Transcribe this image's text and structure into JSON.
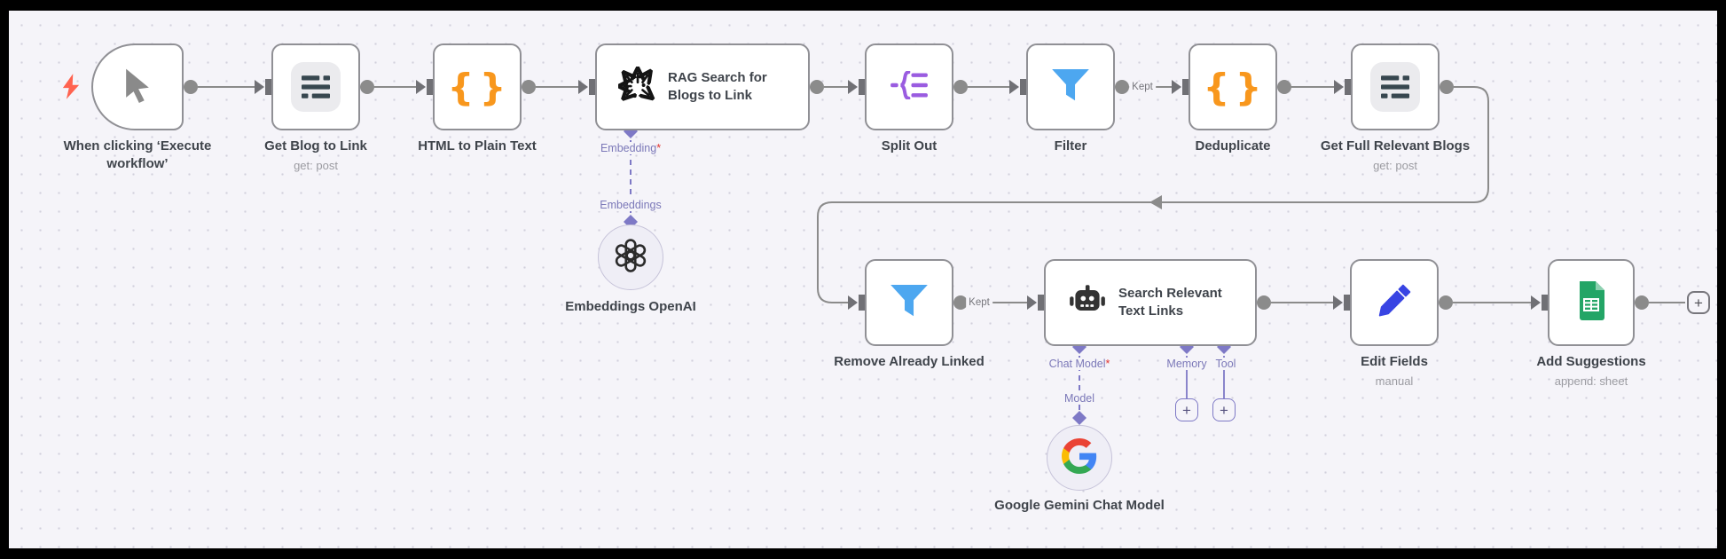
{
  "labels": {
    "kept": "Kept",
    "plus": "+"
  },
  "connectors": {
    "embedding": "Embedding",
    "required_marker": "*",
    "embeddings": "Embeddings",
    "chat_model": "Chat Model",
    "model": "Model",
    "memory": "Memory",
    "tool": "Tool"
  },
  "colors": {
    "canvas_bg": "#f5f4f9",
    "edge_gray": "#8b8b8b",
    "connector_purple": "#7e79c6",
    "brace_orange": "#f8971d",
    "funnel_blue": "#4da7f0",
    "split_purple": "#9a5ce0",
    "pencil_blue": "#3844e3",
    "sheets_green": "#23a566",
    "bolt_red": "#ff6350"
  },
  "nodes": [
    {
      "id": "trigger",
      "label": "When clicking ‘Execute workflow’"
    },
    {
      "id": "get-blog",
      "label": "Get Blog to Link",
      "sublabel": "get: post"
    },
    {
      "id": "html-to-text",
      "label": "HTML to Plain Text"
    },
    {
      "id": "rag-search",
      "label": "RAG Search for Blogs to Link"
    },
    {
      "id": "embeddings-openai",
      "label": "Embeddings OpenAI"
    },
    {
      "id": "split-out",
      "label": "Split Out"
    },
    {
      "id": "filter",
      "label": "Filter"
    },
    {
      "id": "deduplicate",
      "label": "Deduplicate"
    },
    {
      "id": "get-full-blogs",
      "label": "Get Full Relevant Blogs",
      "sublabel": "get: post"
    },
    {
      "id": "remove-linked",
      "label": "Remove Already Linked"
    },
    {
      "id": "search-links",
      "label": "Search Relevant Text Links"
    },
    {
      "id": "google-gemini",
      "label": "Google Gemini Chat Model"
    },
    {
      "id": "edit-fields",
      "label": "Edit Fields",
      "sublabel": "manual"
    },
    {
      "id": "add-suggestions",
      "label": "Add Suggestions",
      "sublabel": "append: sheet"
    }
  ]
}
